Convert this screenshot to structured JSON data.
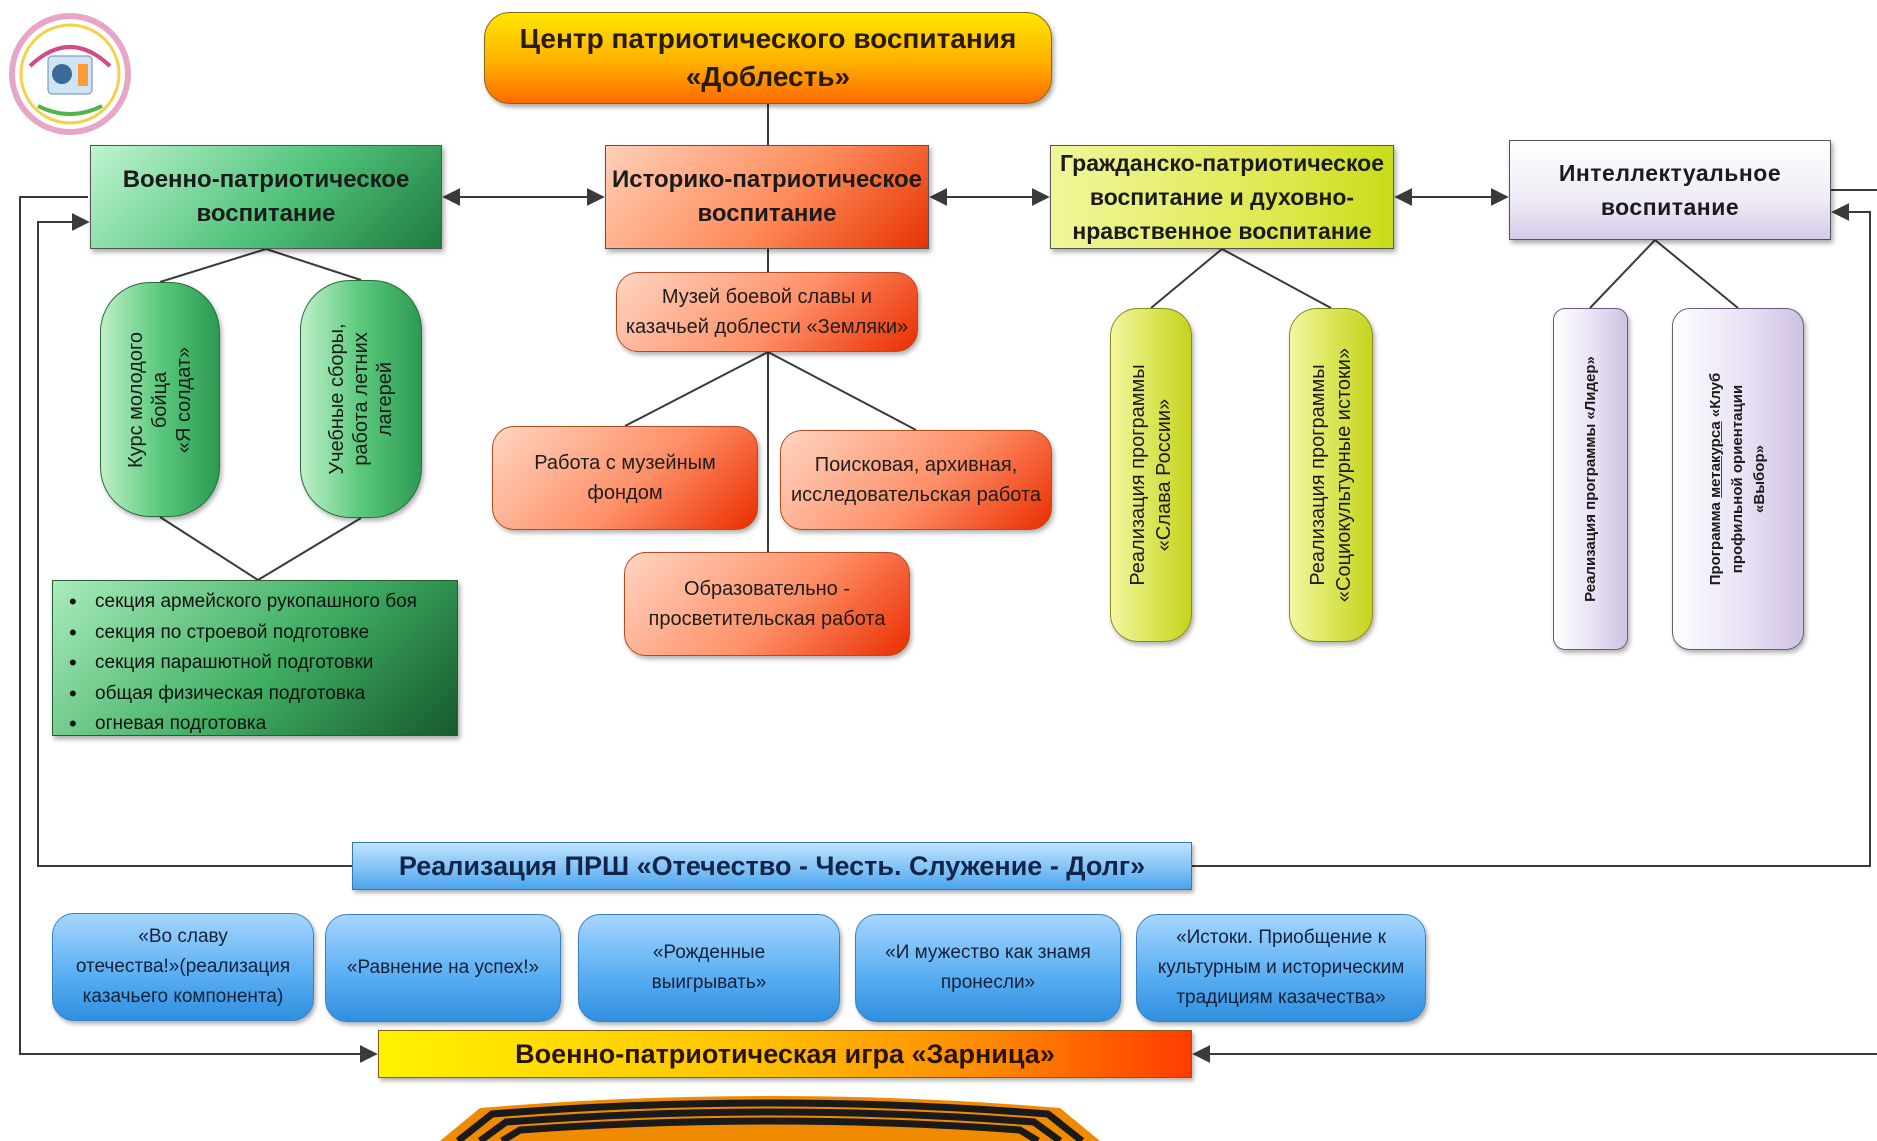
{
  "center": {
    "line1": "Центр патриотического воспитания",
    "line2": "«Доблесть»"
  },
  "directions": {
    "military": {
      "line1": "Военно-патриотическое",
      "line2": "воспитание"
    },
    "historical": {
      "line1": "Историко-патриотическое",
      "line2": "воспитание"
    },
    "civic": {
      "line1": "Гражданско-патриотическое",
      "line2": "воспитание и духовно-",
      "line3": "нравственное воспитание"
    },
    "intellectual": {
      "line1": "Интеллектуальное",
      "line2": "воспитание"
    }
  },
  "military_items": {
    "course": {
      "line1": "Курс молодого",
      "line2": "бойца",
      "line3": "«Я солдат»"
    },
    "camps": {
      "line1": "Учебные сборы,",
      "line2": "работа летних",
      "line3": "лагерей"
    },
    "sections": [
      "секция армейского рукопашного боя",
      "секция по строевой подготовке",
      "секция парашютной подготовки",
      "общая физическая подготовка",
      "огневая подготовка"
    ]
  },
  "historical_items": {
    "museum": {
      "line1": "Музей боевой славы и",
      "line2": "казачьей доблести «Земляки»"
    },
    "museum_fund": {
      "line1": "Работа с музейным",
      "line2": "фондом"
    },
    "search_work": {
      "line1": "Поисковая, архивная,",
      "line2": "исследовательская работа"
    },
    "edu_work": {
      "line1": "Образовательно -",
      "line2": "просветительская работа"
    }
  },
  "civic_items": {
    "glory": {
      "line1": "Реализация программы",
      "line2": "«Слава России»"
    },
    "roots": {
      "line1": "Реализация программы",
      "line2": "«Социокультурные истоки»"
    }
  },
  "intellectual_items": {
    "leader": {
      "line1": "Реализация программы «Лидер»"
    },
    "choice": {
      "line1_a": "Программа ",
      "line1_b": "метакурса",
      "line1_c": " «Клуб",
      "line2": "профильной ориентации",
      "line3": "«Выбор»"
    }
  },
  "prsh": {
    "label": "Реализация ПРШ «Отечество - Честь. Служение - Долг»"
  },
  "projects": [
    {
      "line1": "«Во славу",
      "line2": "отечества!»(реализация",
      "line3": "казачьего компонента)"
    },
    {
      "line1": "«Равнение на успех!»"
    },
    {
      "line1": "«Рожденные",
      "line2": "выигрывать»"
    },
    {
      "line1": "«И мужество как знамя",
      "line2": "пронесли»"
    },
    {
      "line1": "«Истоки. Приобщение к",
      "line2": "культурным и историческим",
      "line3": "традициям казачества»"
    }
  ],
  "zarnitsa": {
    "label": "Военно-патриотическая игра «Зарница»"
  },
  "colors": {
    "connector": "#3a3a3a",
    "military": "#2c9a52",
    "historical": "#ea2d00",
    "civic": "#c6d41e",
    "intellectual": "#d6cbe8",
    "prsh": "#4aa4ec",
    "zarnitsa": "#ff8a00"
  },
  "icons": [
    "school-emblem-icon",
    "st-george-ribbon-icon"
  ]
}
